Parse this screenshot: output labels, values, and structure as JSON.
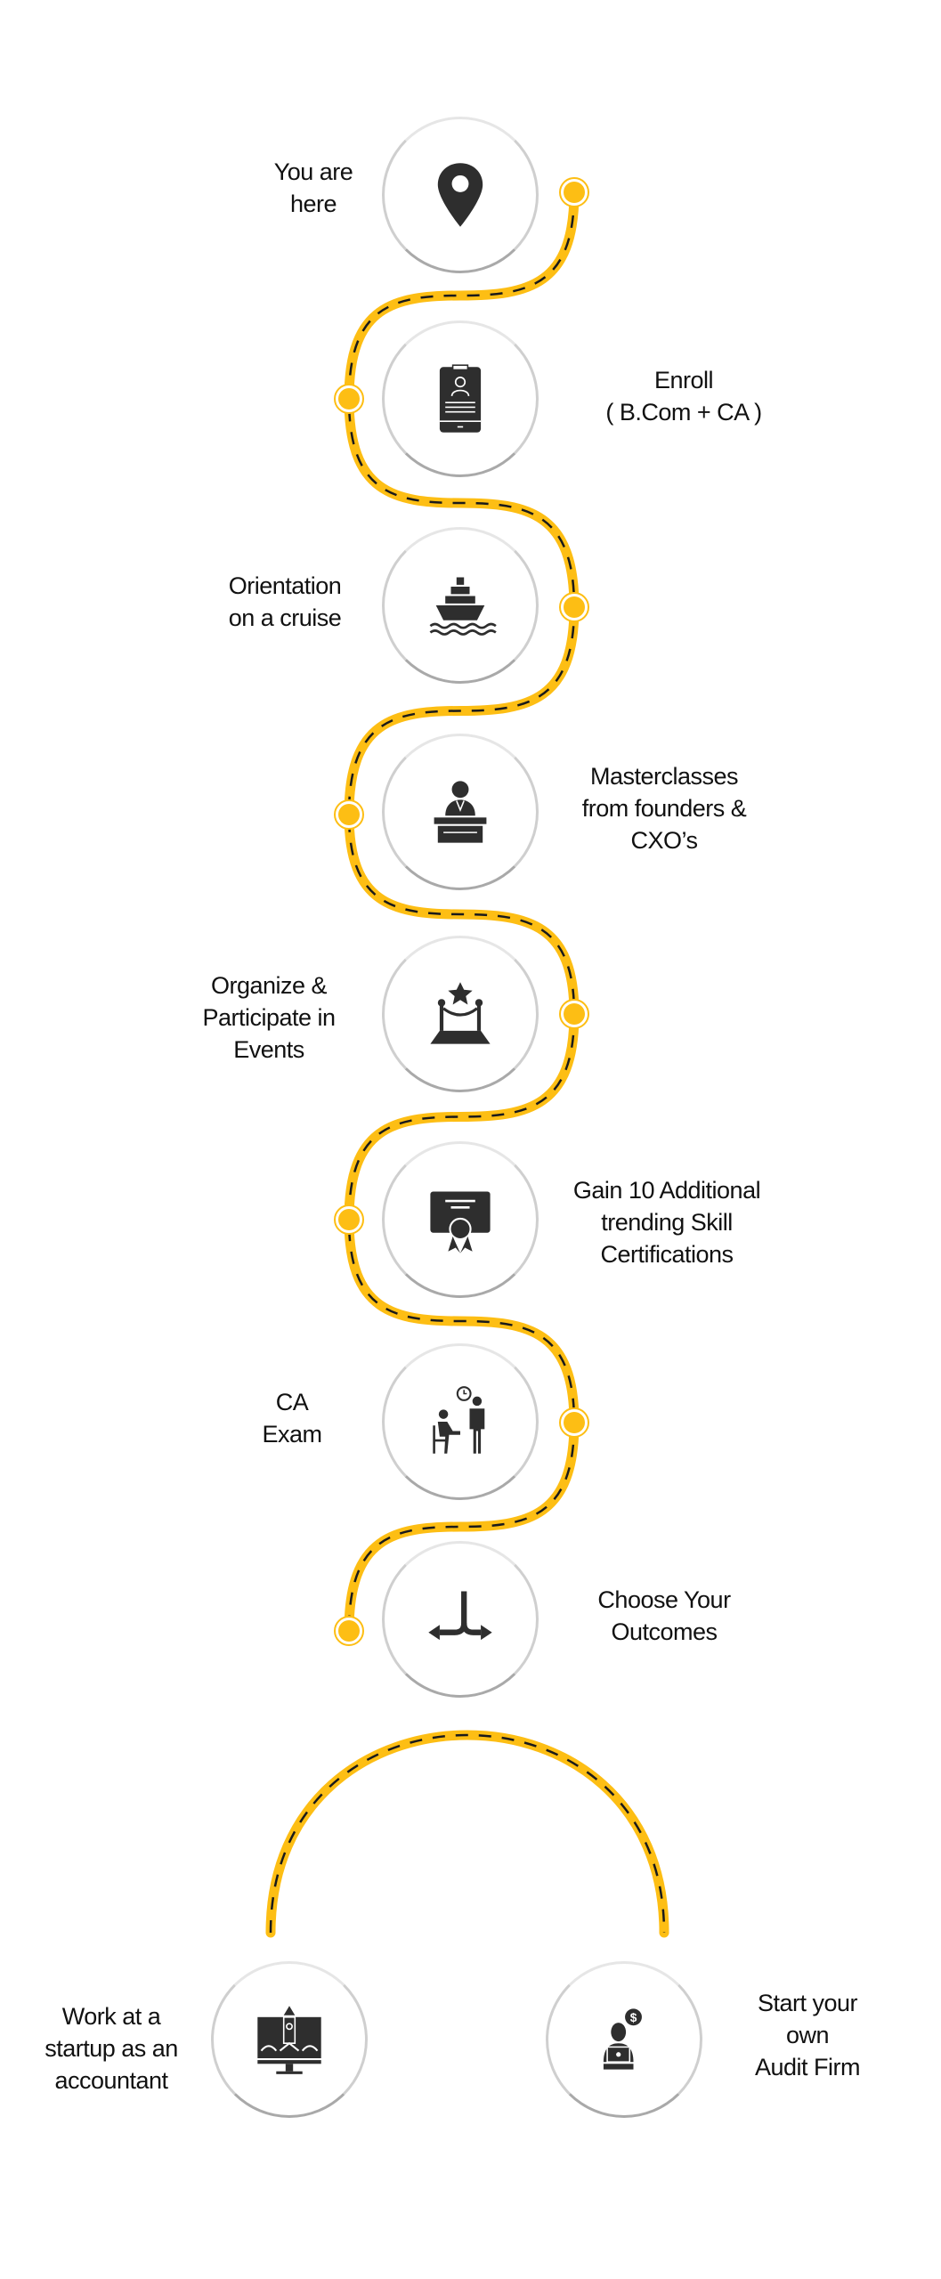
{
  "colors": {
    "path": "#FDBE14",
    "dash": "#1a1a1a",
    "icon": "#2e2e2e"
  },
  "steps": [
    {
      "label": "You are\nhere",
      "icon": "map-pin-icon"
    },
    {
      "label": "Enroll\n( B.Com + CA )",
      "icon": "id-card-icon"
    },
    {
      "label": "Orientation\non a cruise",
      "icon": "cruise-ship-icon"
    },
    {
      "label": "Masterclasses\nfrom founders &\nCXO’s",
      "icon": "speaker-podium-icon"
    },
    {
      "label": "Organize &\nParticipate in\nEvents",
      "icon": "red-carpet-event-icon"
    },
    {
      "label": "Gain 10 Additional\ntrending Skill\nCertifications",
      "icon": "certificate-icon"
    },
    {
      "label": "CA\nExam",
      "icon": "exam-interview-icon"
    },
    {
      "label": "Choose Your\nOutcomes",
      "icon": "split-arrows-icon"
    }
  ],
  "outcomes": [
    {
      "label": "Work at a\nstartup as an\naccountant",
      "icon": "startup-rocket-monitor-icon"
    },
    {
      "label": "Start your own\nAudit Firm",
      "icon": "auditor-laptop-dollar-icon"
    }
  ]
}
